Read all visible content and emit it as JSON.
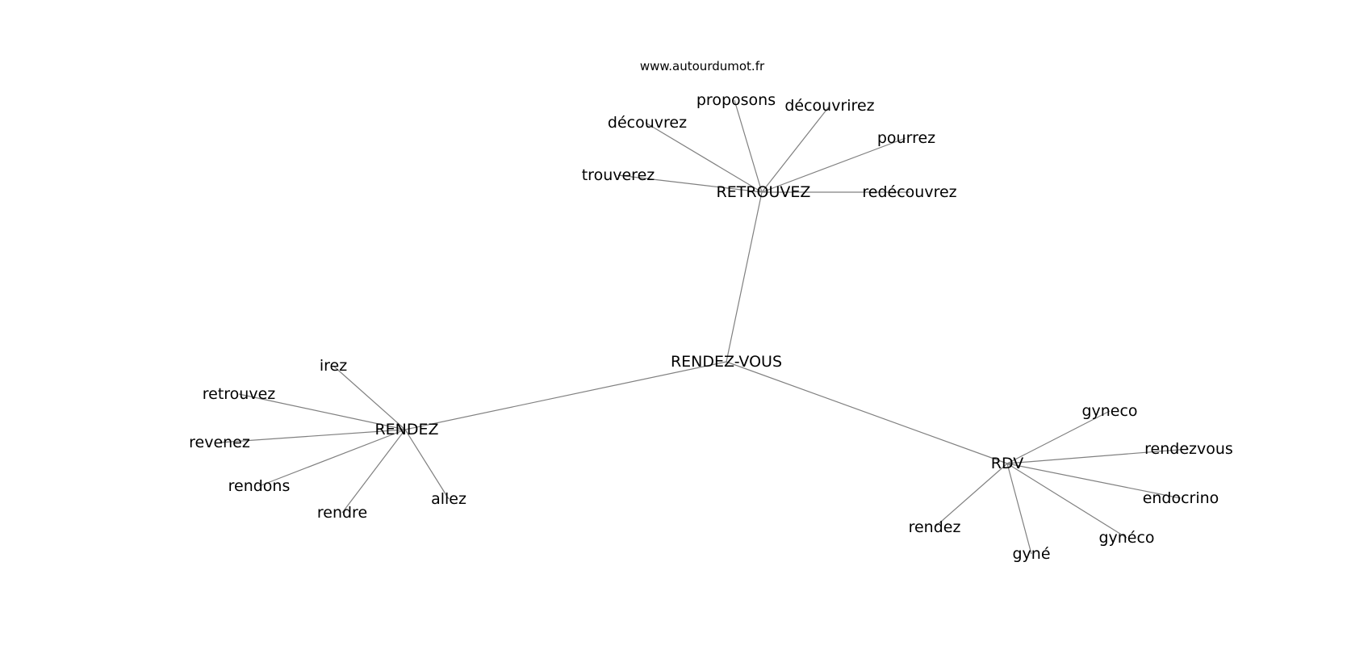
{
  "source": "www.autourdumot.fr",
  "colors": {
    "edge": "#808080",
    "text": "#000000",
    "background": "#ffffff"
  },
  "graph": {
    "nodes": [
      {
        "id": "rendez-vous",
        "label": "RENDEZ-VOUS"
      },
      {
        "id": "retrouvez-hub",
        "label": "RETROUVEZ"
      },
      {
        "id": "rendez-hub",
        "label": "RENDEZ"
      },
      {
        "id": "rdv-hub",
        "label": "RDV"
      },
      {
        "id": "proposons",
        "label": "proposons"
      },
      {
        "id": "decouvrirez",
        "label": "découvrirez"
      },
      {
        "id": "decouvrez",
        "label": "découvrez"
      },
      {
        "id": "pourrez",
        "label": "pourrez"
      },
      {
        "id": "trouverez",
        "label": "trouverez"
      },
      {
        "id": "redecouvrez",
        "label": "redécouvrez"
      },
      {
        "id": "irez",
        "label": "irez"
      },
      {
        "id": "retrouvez",
        "label": "retrouvez"
      },
      {
        "id": "revenez",
        "label": "revenez"
      },
      {
        "id": "rendons",
        "label": "rendons"
      },
      {
        "id": "rendre",
        "label": "rendre"
      },
      {
        "id": "allez",
        "label": "allez"
      },
      {
        "id": "gyneco",
        "label": "gyneco"
      },
      {
        "id": "rendezvous",
        "label": "rendezvous"
      },
      {
        "id": "endocrino",
        "label": "endocrino"
      },
      {
        "id": "gyneco-accent",
        "label": "gynéco"
      },
      {
        "id": "gyne",
        "label": "gyné"
      },
      {
        "id": "rendez",
        "label": "rendez"
      }
    ],
    "edges": [
      [
        "rendez-vous",
        "retrouvez-hub"
      ],
      [
        "rendez-vous",
        "rendez-hub"
      ],
      [
        "rendez-vous",
        "rdv-hub"
      ],
      [
        "retrouvez-hub",
        "proposons"
      ],
      [
        "retrouvez-hub",
        "decouvrirez"
      ],
      [
        "retrouvez-hub",
        "decouvrez"
      ],
      [
        "retrouvez-hub",
        "pourrez"
      ],
      [
        "retrouvez-hub",
        "trouverez"
      ],
      [
        "retrouvez-hub",
        "redecouvrez"
      ],
      [
        "rendez-hub",
        "irez"
      ],
      [
        "rendez-hub",
        "retrouvez"
      ],
      [
        "rendez-hub",
        "revenez"
      ],
      [
        "rendez-hub",
        "rendons"
      ],
      [
        "rendez-hub",
        "rendre"
      ],
      [
        "rendez-hub",
        "allez"
      ],
      [
        "rdv-hub",
        "gyneco"
      ],
      [
        "rdv-hub",
        "rendezvous"
      ],
      [
        "rdv-hub",
        "endocrino"
      ],
      [
        "rdv-hub",
        "gyneco-accent"
      ],
      [
        "rdv-hub",
        "gyne"
      ],
      [
        "rdv-hub",
        "rendez"
      ]
    ]
  }
}
